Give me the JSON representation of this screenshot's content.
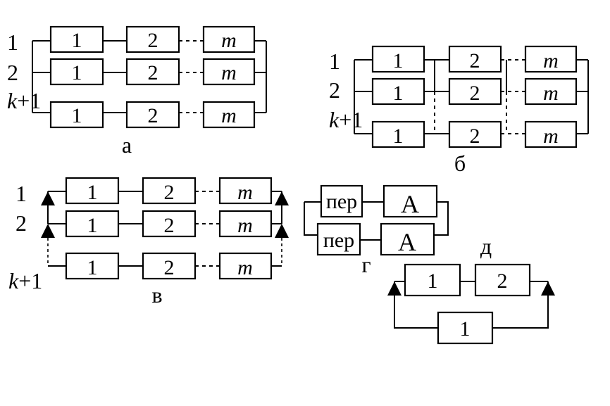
{
  "diagram_a": {
    "caption": "а",
    "row_labels": [
      {
        "prefix": "",
        "num": "1"
      },
      {
        "prefix": "",
        "num": "2"
      },
      {
        "prefix": "k",
        "num": "+1"
      }
    ],
    "rows": [
      {
        "cells": [
          "1",
          "2",
          "m"
        ]
      },
      {
        "cells": [
          "1",
          "2",
          "m"
        ]
      },
      {
        "cells": [
          "1",
          "2",
          "m"
        ]
      }
    ]
  },
  "diagram_b": {
    "caption": "б",
    "row_labels": [
      {
        "prefix": "",
        "num": "1"
      },
      {
        "prefix": "",
        "num": "2"
      },
      {
        "prefix": "k",
        "num": "+1"
      }
    ],
    "rows": [
      {
        "cells": [
          "1",
          "2",
          "m"
        ]
      },
      {
        "cells": [
          "1",
          "2",
          "m"
        ]
      },
      {
        "cells": [
          "1",
          "2",
          "m"
        ]
      }
    ]
  },
  "diagram_v": {
    "caption": "в",
    "row_labels": [
      {
        "prefix": "",
        "num": "1"
      },
      {
        "prefix": "",
        "num": "2"
      },
      {
        "prefix": "k",
        "num": "+1"
      }
    ],
    "rows": [
      {
        "cells": [
          "1",
          "2",
          "m"
        ]
      },
      {
        "cells": [
          "1",
          "2",
          "m"
        ]
      },
      {
        "cells": [
          "1",
          "2",
          "m"
        ]
      }
    ]
  },
  "diagram_g": {
    "caption": "г",
    "rows": [
      {
        "switch": "пер",
        "unit": "А"
      },
      {
        "switch": "пер",
        "unit": "А"
      }
    ]
  },
  "diagram_d": {
    "caption": "д",
    "main_row": [
      "1",
      "2"
    ],
    "reserve": "1"
  }
}
